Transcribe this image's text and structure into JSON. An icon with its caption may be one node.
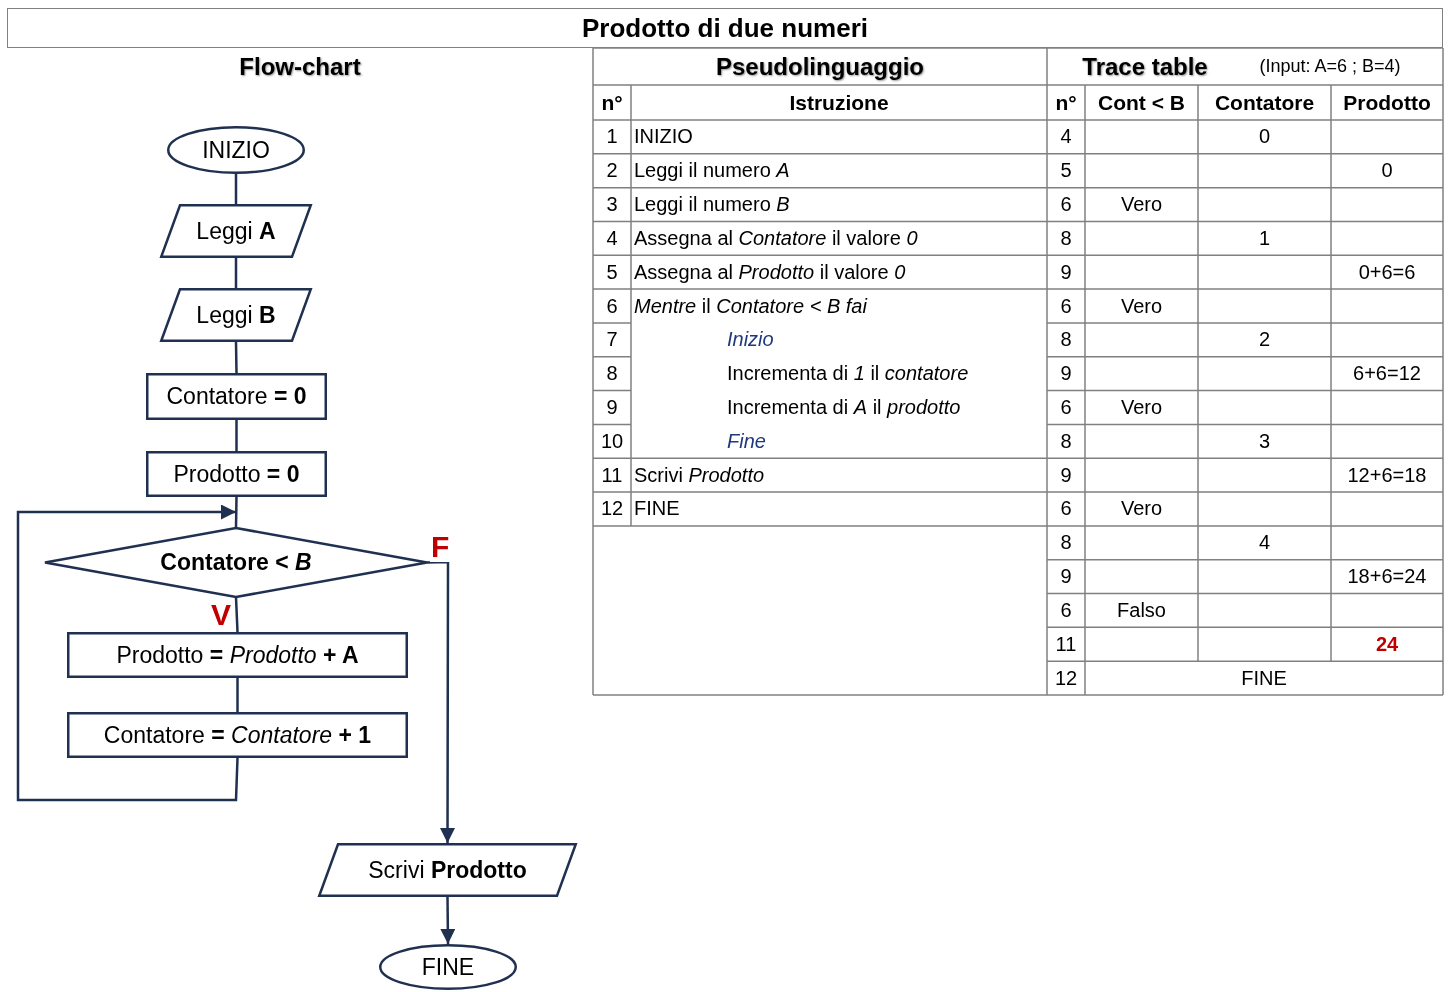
{
  "diagram": {
    "title": "Prodotto di due numeri",
    "nodes": [
      {
        "text": [
          "INIZIO"
        ]
      },
      {
        "text": [
          "Leggi **A**"
        ]
      },
      {
        "text": [
          "Leggi **B**"
        ]
      },
      {
        "text": [
          "Contatore **= 0**"
        ]
      },
      {
        "text": [
          "Prodotto **= 0**"
        ]
      },
      {
        "text": [
          "Contatore < *B*"
        ]
      },
      {
        "text": [
          "Prodotto **=** *Prodotto* **+ A**"
        ]
      },
      {
        "text": [
          "Contatore **=** *Contatore* **+ 1**"
        ]
      },
      {
        "text": [
          "Scrivi **Prodotto**"
        ]
      },
      {
        "text": [
          "FINE"
        ]
      }
    ],
    "edges": [
      {
        "from": 0,
        "to": 1,
        "arrow": "none"
      },
      {
        "from": 1,
        "to": 2,
        "arrow": "none"
      },
      {
        "from": 2,
        "to": 3,
        "arrow": "none"
      },
      {
        "from": 3,
        "to": 4,
        "arrow": "none"
      },
      {
        "from": 4,
        "to": 5,
        "arrow": "none"
      },
      {
        "from": 5,
        "to": 6,
        "arrow": "none",
        "label": "V"
      },
      {
        "from": 6,
        "to": 7,
        "arrow": "none"
      },
      {
        "from": 7,
        "to": 5,
        "arrow": "to"
      },
      {
        "from": 5,
        "to": 8,
        "arrow": "to",
        "label": "F"
      },
      {
        "from": 8,
        "to": 9,
        "arrow": "to"
      }
    ],
    "labels": [
      "Flow-chart",
      "Pseudolinguaggio",
      "Trace table",
      "(Input: A=6 ; B=4)",
      "n°",
      "Istruzione",
      "n°",
      "Cont < B",
      "Contatore",
      "Prodotto",
      "1",
      "INIZIO",
      "4",
      "0",
      "2",
      "Leggi il numero *A*",
      "5",
      "0",
      "3",
      "Leggi il numero *B*",
      "6",
      "Vero",
      "4",
      "Assegna al *Contatore* il valore *0*",
      "8",
      "1",
      "5",
      "Assegna al *Prodotto* il valore *0*",
      "9",
      "0+6=6",
      "6",
      "*Mentre* il *Contatore < B* *fai*",
      "6",
      "Vero",
      "7",
      "Inizio",
      "8",
      "2",
      "8",
      "Incrementa di *1* il *contatore*",
      "9",
      "6+6=12",
      "9",
      "Incrementa di *A* il *prodotto*",
      "6",
      "Vero",
      "10",
      "Fine",
      "8",
      "3",
      "11",
      "Scrivi *Prodotto*",
      "9",
      "12+6=18",
      "12",
      "FINE",
      "6",
      "Vero",
      "8",
      "4",
      "9",
      "18+6=24",
      "6",
      "Falso",
      "11",
      "24",
      "12",
      "FINE"
    ]
  }
}
